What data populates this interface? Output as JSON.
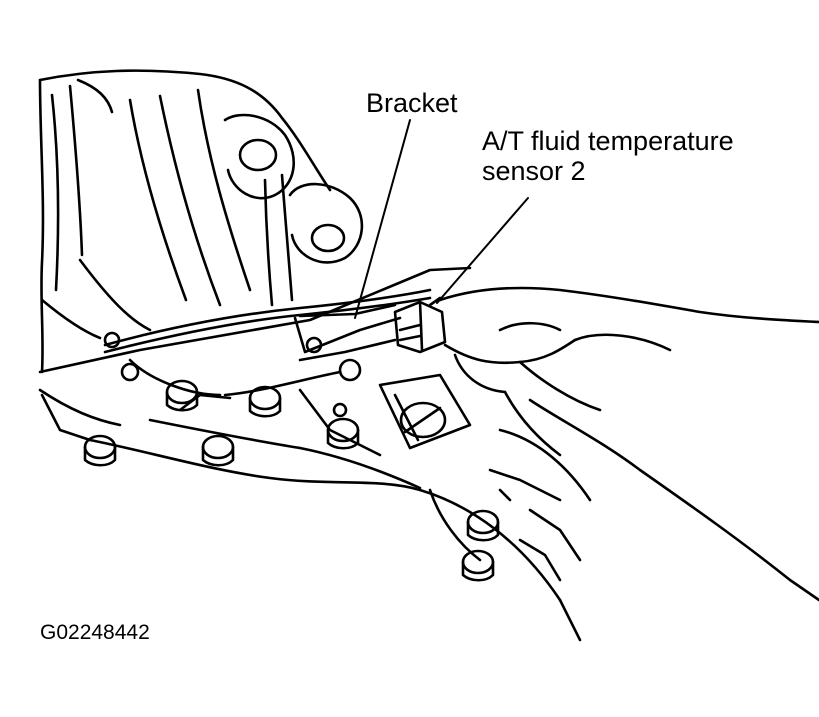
{
  "callouts": {
    "bracket": "Bracket",
    "sensor_line1": "A/T fluid temperature",
    "sensor_line2": "sensor 2"
  },
  "figure_id": "G02248442",
  "colors": {
    "ink": "#000000",
    "paper": "#ffffff"
  },
  "illustration": "line-drawing of transmission valve body with bracket and fluid temperature sensor held by hand"
}
